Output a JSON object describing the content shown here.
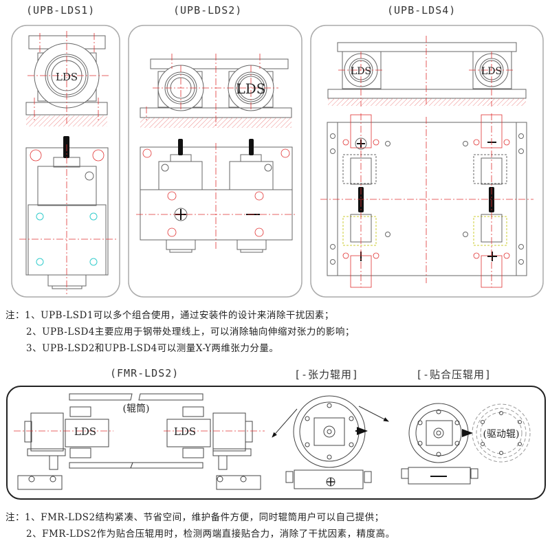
{
  "upb_section": {
    "titles": [
      "(UPB-LDS1)",
      "(UPB-LDS2)",
      "(UPB-LDS4)"
    ],
    "component_label": "LDS",
    "notes": [
      "注：1、UPB-LSD1可以多个组合使用，通过安装件的设计来消除干扰因素；",
      "2、UPB-LSD4主要应用于钢带处理线上，可以消除轴向伸缩对张力的影响；",
      "3、UPB-LSD2和UPB-LSD4可以测量X-Y两维张力分量。"
    ]
  },
  "fmr_section": {
    "titles": [
      "(FMR-LDS2)",
      "[-张力辊用]",
      "[-贴合压辊用]"
    ],
    "roller_label": "(辊筒)",
    "drive_roller_label": "(驱动辊)",
    "component_label": "LDS",
    "notes": [
      "注：1、FMR-LDS2结构紧凑、节省空间，维护备件方便，同时辊筒用户可以自己提供；",
      "2、FMR-LDS2作为贴合压辊用时，检测两端直接贴合力，消除了干扰因素，精度高。"
    ]
  },
  "colors": {
    "centerline": "#e03030",
    "outline": "#666666",
    "frame": "#aaaaaa"
  }
}
